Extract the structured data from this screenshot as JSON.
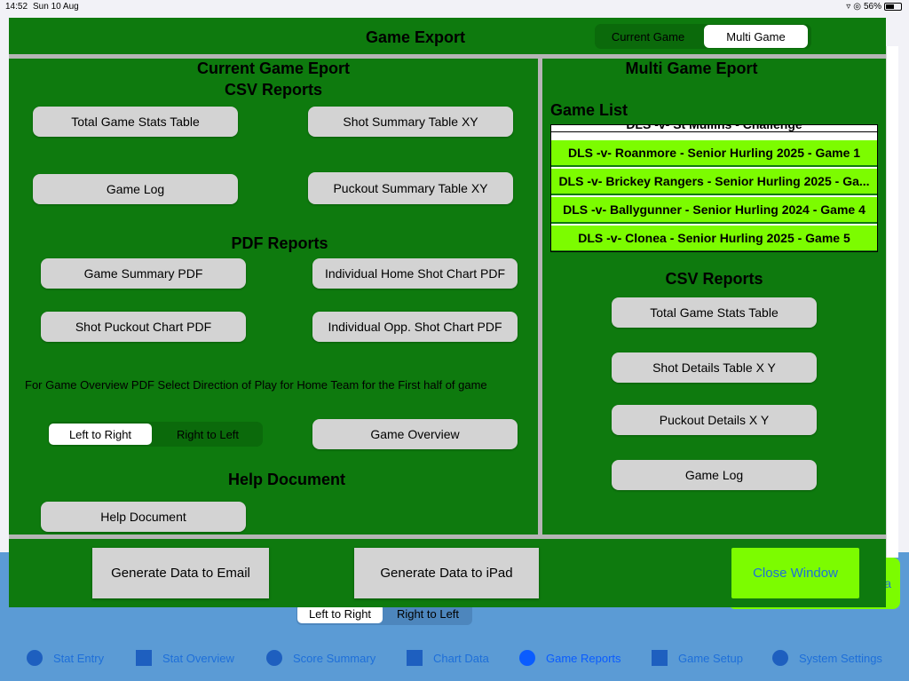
{
  "status_bar": {
    "time": "14:52",
    "date": "Sun 10 Aug",
    "battery": "56%",
    "battery_level": 0.56
  },
  "underlying": {
    "partial_button_text": "a",
    "direction": {
      "left_to_right": "Left to Right",
      "right_to_left": "Right to Left"
    },
    "tabs": [
      {
        "label": "Stat Entry",
        "icon": "circle-icon"
      },
      {
        "label": "Stat Overview",
        "icon": "square-icon"
      },
      {
        "label": "Score Summary",
        "icon": "circle-icon"
      },
      {
        "label": "Chart Data",
        "icon": "square-icon"
      },
      {
        "label": "Game Reports",
        "icon": "circle-icon"
      },
      {
        "label": "Game Setup",
        "icon": "square-icon"
      },
      {
        "label": "System Settings",
        "icon": "circle-icon"
      }
    ]
  },
  "sheet": {
    "title": "Game Export",
    "mode_toggle": {
      "current": "Current Game",
      "multi": "Multi Game",
      "selected": "Multi Game"
    },
    "left": {
      "heading": "Current Game Eport",
      "csv_heading": "CSV Reports",
      "csv_buttons": {
        "total_stats": "Total Game Stats Table",
        "shot_summary": "Shot Summary Table XY",
        "game_log": "Game Log",
        "puckout_summary": "Puckout Summary Table XY"
      },
      "pdf_heading": "PDF Reports",
      "pdf_buttons": {
        "game_summary": "Game Summary PDF",
        "home_shot_chart": "Individual Home Shot Chart PDF",
        "shot_puckout": "Shot Puckout Chart PDF",
        "opp_shot_chart": "Individual Opp. Shot Chart PDF"
      },
      "direction_note": "For Game Overview PDF Select Direction of Play for Home Team for the First half of game",
      "direction": {
        "left_to_right": "Left to Right",
        "right_to_left": "Right to Left",
        "selected": "Left to Right"
      },
      "game_overview": "Game Overview",
      "help_heading": "Help Document",
      "help_button": "Help Document"
    },
    "right": {
      "heading": "Multi Game Eport",
      "game_list_heading": "Game List",
      "games": [
        "DLS -v- St Mullins - Challenge",
        "DLS -v- Roanmore - Senior Hurling 2025  - Game 1",
        "DLS -v- Brickey Rangers - Senior Hurling 2025 - Ga...",
        "DLS -v- Ballygunner - Senior Hurling 2024 - Game 4",
        "DLS -v- Clonea - Senior Hurling 2025 - Game 5"
      ],
      "csv_heading": "CSV Reports",
      "csv_buttons": {
        "total_stats": "Total Game Stats Table",
        "shot_details": "Shot Details Table X Y",
        "puckout_details": "Puckout Details X Y",
        "game_log": "Game Log"
      }
    },
    "footer": {
      "email": "Generate Data to Email",
      "ipad": "Generate Data to iPad",
      "close": "Close Window"
    }
  }
}
